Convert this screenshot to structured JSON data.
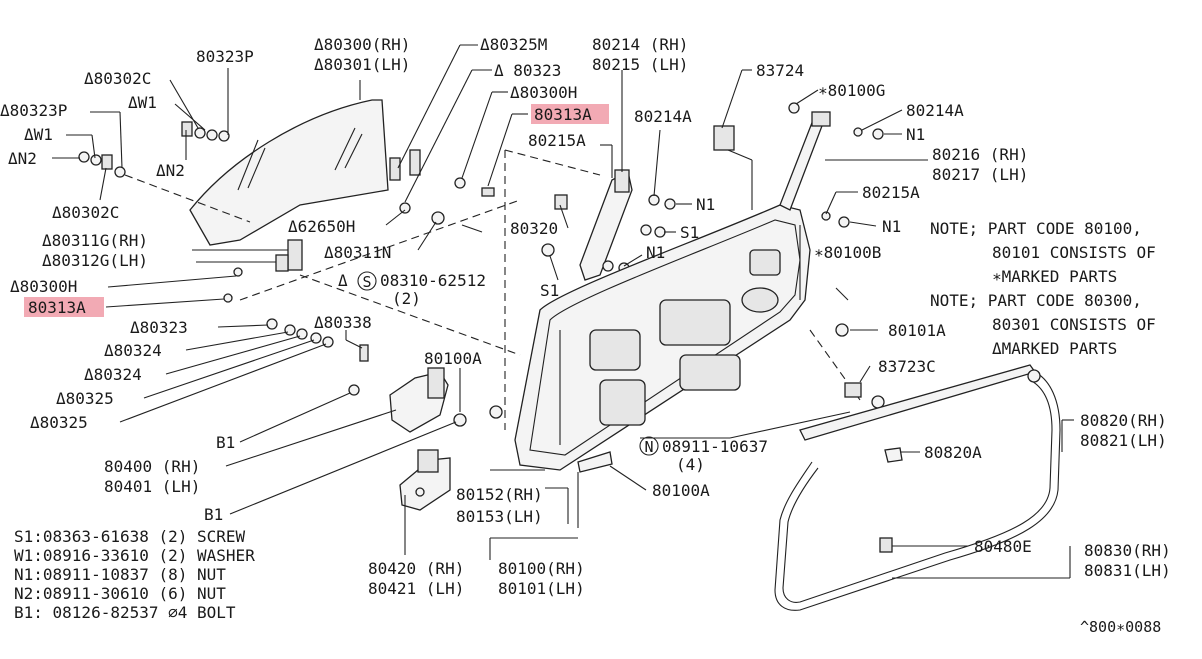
{
  "labels": {
    "p80323P_top": "80323P",
    "p80300_rh": "Δ80300(RH)",
    "p80301_lh": "Δ80301(LH)",
    "p80325M": "Δ80325M",
    "p80214_rh": "80214 (RH)",
    "p80215_lh": "80215 (LH)",
    "p83724": "83724",
    "p80302C_top": "Δ80302C",
    "p80323_top": "Δ 80323",
    "p80100G": "∗80100G",
    "p80214A_right": "80214A",
    "pN1_right1": "N1",
    "p80323P_left": "Δ80323P",
    "pW1_top": "ΔW1",
    "p80300H_top": "Δ80300H",
    "p80313A_top": "80313A",
    "pW1_left": "ΔW1",
    "p80214A_mid": "80214A",
    "p80216_rh": "80216 (RH)",
    "p80217_lh": "80217 (LH)",
    "pN2_left": "ΔN2",
    "pN2_top": "ΔN2",
    "p80215A_top": "80215A",
    "p80302C_bot": "Δ80302C",
    "p80215A_right": "80215A",
    "pN1_mid": "N1",
    "pN1_right2": "N1",
    "p62650H": "Δ62650H",
    "p80320": "80320",
    "pS1_right": "S1",
    "p80311G_rh": "Δ80311G(RH)",
    "p80312G_lh": "Δ80312G(LH)",
    "p80311N": "Δ80311N",
    "p80100B": "∗80100B",
    "pN1_low": "N1",
    "pS1_low": "S1",
    "p08310_pre": "Δ",
    "p08310_num": "08310-62512",
    "p08310_qty": "(2)",
    "p80300H_left": "Δ80300H",
    "p80313A_left": "80313A",
    "p80338": "Δ80338",
    "p80101A": "80101A",
    "p80323_mid": "Δ80323",
    "p80324_a": "Δ80324",
    "p80324_b": "Δ80324",
    "p80325_a": "Δ80325",
    "p80325_b": "Δ80325",
    "p80100A_mid": "80100A",
    "p83723C": "83723C",
    "pB1_mid": "B1",
    "p80400_rh": "80400 (RH)",
    "p80401_lh": "80401 (LH)",
    "p08911_num": "08911-10637",
    "p08911_qty": "(4)",
    "p80820_rh": "80820(RH)",
    "p80821_lh": "80821(LH)",
    "p80820A": "80820A",
    "pB1_low": "B1",
    "p80152_rh": "80152(RH)",
    "p80153_lh": "80153(LH)",
    "p80100A_low": "80100A",
    "p80480E": "80480E",
    "p80830_rh": "80830(RH)",
    "p80831_lh": "80831(LH)",
    "p80420_rh": "80420 (RH)",
    "p80421_lh": "80421 (LH)",
    "p80100_rh": "80100(RH)",
    "p80101_lh": "80101(LH)",
    "footer_code": "^800∗0088"
  },
  "notes": [
    "NOTE; PART CODE 80100,",
    "80101 CONSISTS OF",
    "∗MARKED PARTS",
    "NOTE; PART CODE 80300,",
    "80301 CONSISTS OF",
    "ΔMARKED PARTS"
  ],
  "legend": [
    "S1:08363-61638 (2) SCREW",
    "W1:08916-33610 (2) WASHER",
    "N1:08911-10837 (8) NUT",
    "N2:08911-30610 (6) NUT",
    "B1: 08126-82537 ⌀4 BOLT"
  ],
  "circled": {
    "s_mark": "S",
    "n_mark": "N"
  },
  "colors": {
    "highlight": "#f2aab4",
    "ink": "#1a1a1a"
  }
}
